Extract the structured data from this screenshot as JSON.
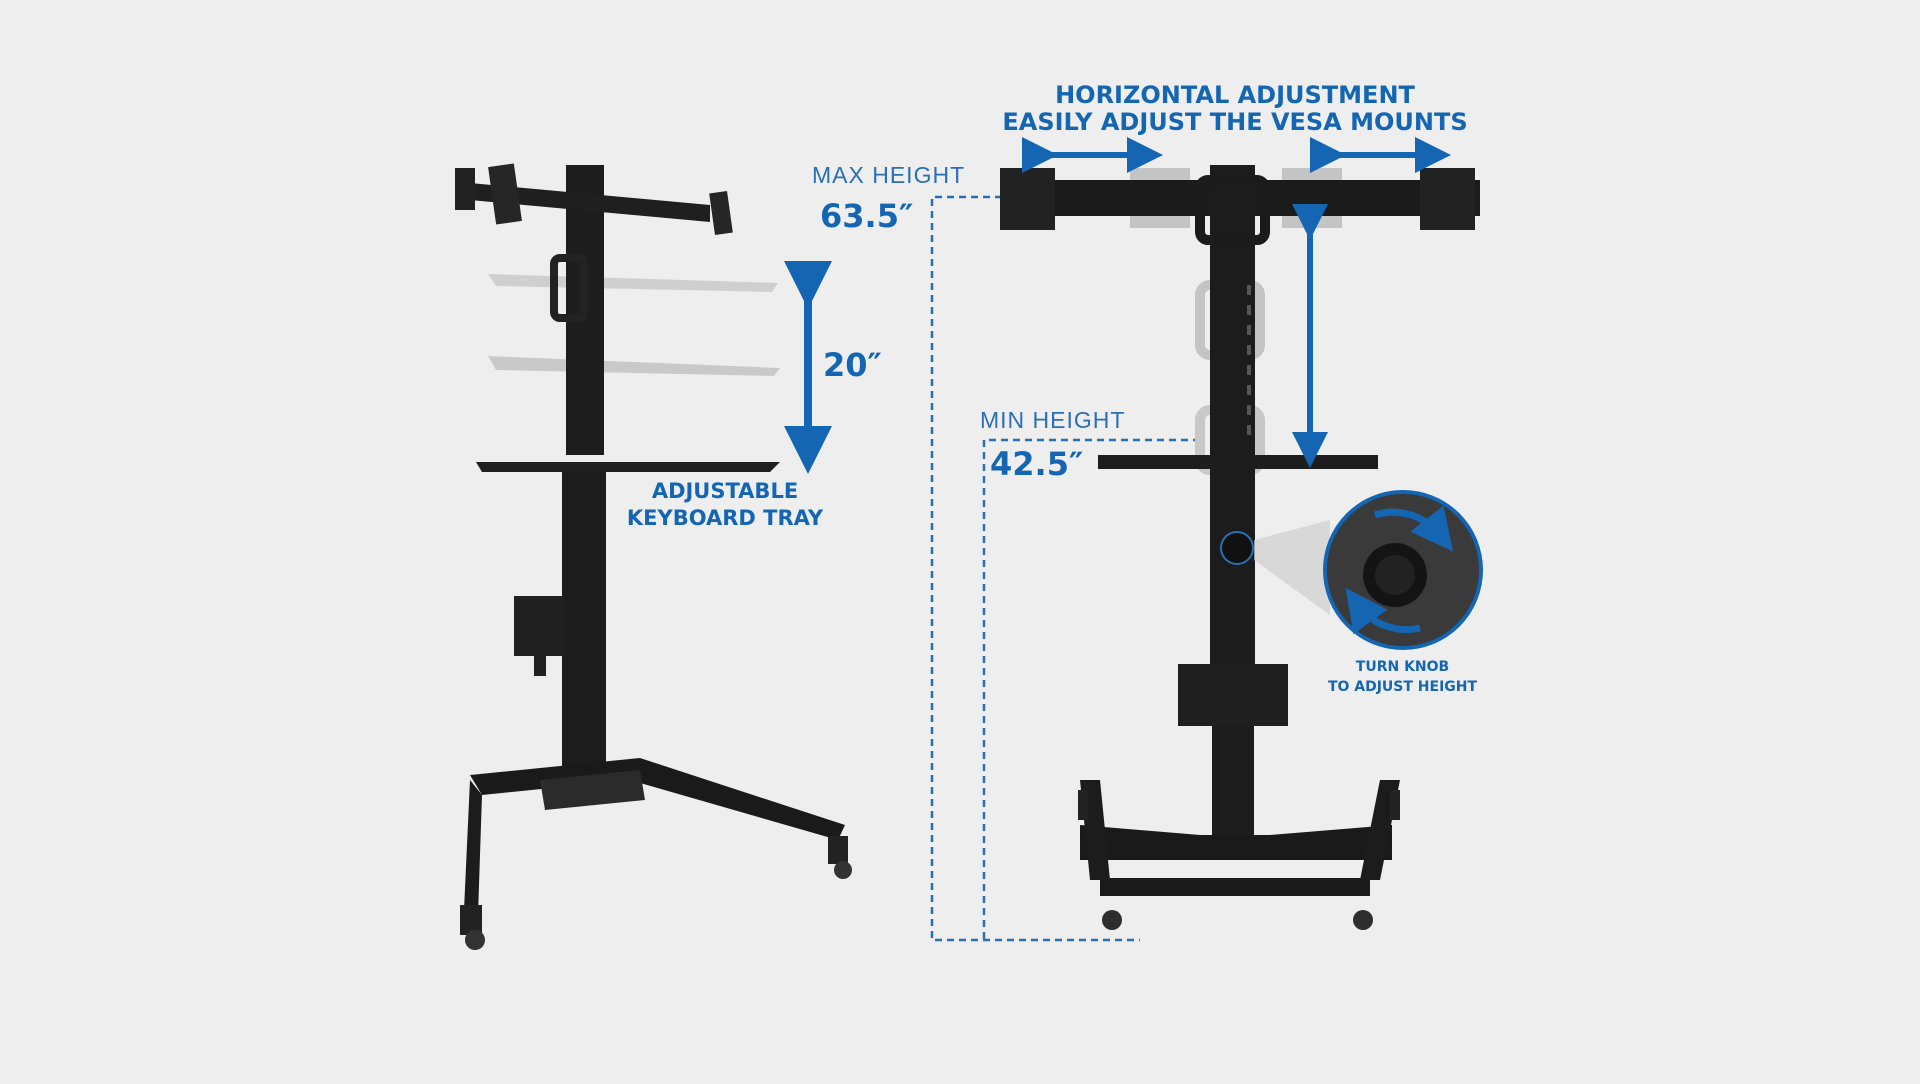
{
  "colors": {
    "background": "#eeeeee",
    "accent_blue": "#1466b3",
    "stand_black": "#1b1b1b",
    "ghost_gray": "#c4c4c4"
  },
  "annotations": {
    "horizontal_title_line1": "HORIZONTAL ADJUSTMENT",
    "horizontal_title_line2": "EASILY ADJUST THE VESA MOUNTS",
    "max_height_label": "MAX HEIGHT",
    "max_height_value": "63.5″",
    "min_height_label": "MIN HEIGHT",
    "min_height_value": "42.5″",
    "tray_travel_value": "20″",
    "tray_label_line1": "ADJUSTABLE",
    "tray_label_line2": "KEYBOARD TRAY",
    "knob_label_line1": "TURN KNOB",
    "knob_label_line2": "TO ADJUST HEIGHT"
  },
  "icons": [
    "vertical-double-arrow-icon",
    "horizontal-double-arrow-icon",
    "rotate-arrows-icon"
  ]
}
